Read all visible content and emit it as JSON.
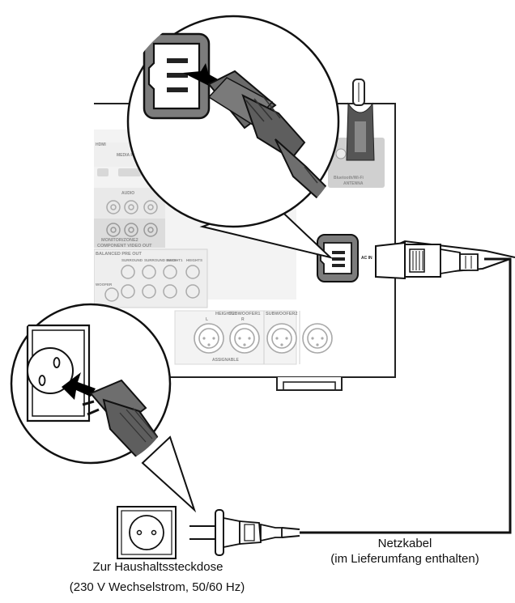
{
  "rear_panel": {
    "ac_in_label": "AC IN",
    "antenna_label_line1": "Bluetooth/Wi-Fi",
    "antenna_label_line2": "ANTENNA",
    "heights_label": "HEIGHT2",
    "heights_l": "L",
    "heights_r": "R",
    "assignable_label": "ASSIGNABLE",
    "subwoofer1_label": "SUBWOOFER1",
    "subwoofer2_label": "SUBWOOFER2",
    "monitor_label_line1": "MONITOR/ZONE2",
    "monitor_label_line2": "COMPONENT VIDEO OUT",
    "preout_label": "BALANCED PRE OUT",
    "audio_label": "AUDIO",
    "surround_label": "SURROUND",
    "surround_back_label": "SURROUND BACK",
    "height1_label": "HEIGHT1",
    "heights_top_label": "HEIGHTS",
    "woofer_label": "WOOFER",
    "hdmi_label": "HDMI",
    "media_label": "MEDIA PL",
    "assign_label": "ASSIGNABLE"
  },
  "captions": {
    "outlet_title": "Zur Haushaltssteckdose",
    "outlet_spec": "(230 V Wechselstrom, 50/60 Hz)",
    "cable_title": "Netzkabel",
    "cable_note": "(im Lieferumfang enthalten)"
  },
  "colors": {
    "plug_gray": "#7a7a7a",
    "plug_dark": "#5e5e5e",
    "arrow": "#000000",
    "panel_gray": "#c8c8c8"
  }
}
